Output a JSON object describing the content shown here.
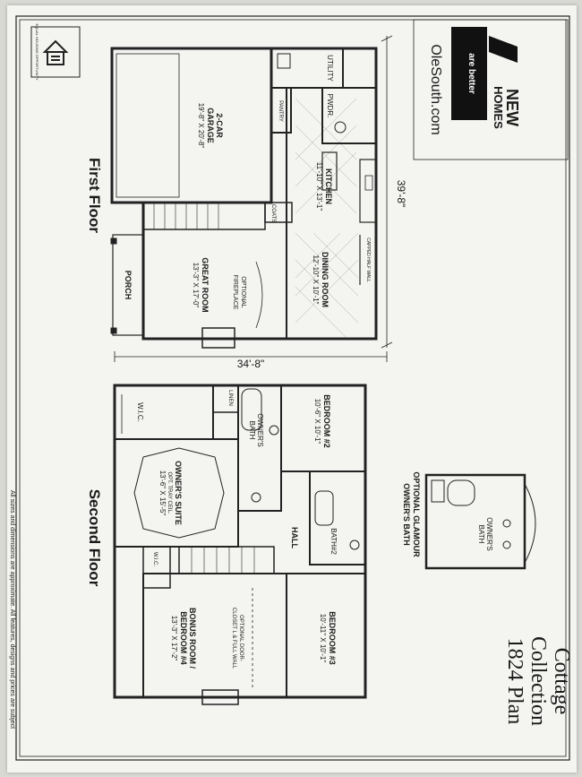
{
  "brand": {
    "logo_line1": "NEW",
    "logo_line2": "HOMES",
    "logo_line3": "are better",
    "website": "OleSouth.com",
    "equal_housing": "EQUAL HOUSING OPPORTUNITY"
  },
  "collection": {
    "line1": "Cottage",
    "line2": "Collection",
    "plan": "1824 Plan"
  },
  "first_floor": {
    "title": "First Floor",
    "dim_width": "39'-8\"",
    "dim_depth": "34'-8\"",
    "garage_name": "2-CAR",
    "garage_name2": "GARAGE",
    "garage_size": "19'-8\" X 20'-8\"",
    "utility": "UTILITY",
    "pwdr": "PWDR.",
    "pantry": "PANTRY",
    "kitchen": "KITCHEN",
    "kitchen_size": "11'-10\" X 13'-1\"",
    "coats": "COATS",
    "dining": "DINING ROOM",
    "dining_size": "12'-10\" X 10'-1\"",
    "half_wall": "CAPPED HALF WALL",
    "fireplace1": "OPTIONAL",
    "fireplace2": "FIREPLACE",
    "great_room": "GREAT ROOM",
    "great_room_size": "13'-3\" X 17'-0\"",
    "porch": "PORCH"
  },
  "second_floor": {
    "title": "Second Floor",
    "wic1": "W.I.C.",
    "linen": "LINEN",
    "owners_bath1": "OWNER'S",
    "owners_bath2": "BATH",
    "bedroom2": "BEDROOM #2",
    "bedroom2_size": "10'-6\" X 10'-1\"",
    "owners_suite": "OWNER'S SUITE",
    "owners_suite_note": "OPT. TRAY CEIL.",
    "owners_suite_size": "13'-6\" X 15'-5\"",
    "bath2": "BATH#2",
    "hall": "HALL",
    "wic2": "W.I.C.",
    "door_note1": "OPTIONAL DOOR-",
    "door_note2": "CLOSET L & FULL WALL",
    "bonus1": "BONUS ROOM /",
    "bonus2": "BEDROOM #4",
    "bonus_size": "13'-3\" X 17'-2\"",
    "bedroom3": "BEDROOM #3",
    "bedroom3_size": "10'-11\" X 10'-1\""
  },
  "glamour_bath": {
    "title1": "OPTIONAL GLAMOUR",
    "title2": "OWNER'S BATH",
    "label1": "OWNER'S",
    "label2": "BATH"
  },
  "disclaimer": "All sizes and dimensions are approximate. All features, designs and prices are subject"
}
